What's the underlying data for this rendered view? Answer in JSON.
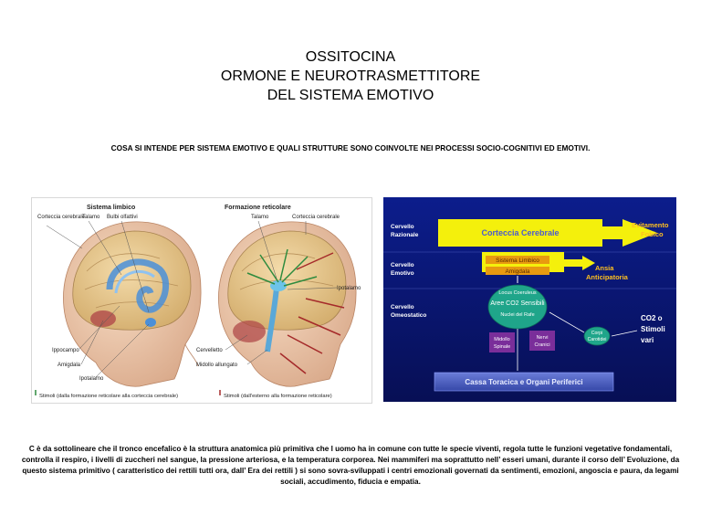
{
  "title": {
    "line1": "OSSITOCINA",
    "line2": "ORMONE E NEUROTRASMETTITORE",
    "line3": "DEL SISTEMA EMOTIVO"
  },
  "subtitle": "COSA SI INTENDE PER SISTEMA EMOTIVO E QUALI STRUTTURE SONO COINVOLTE NEI PROCESSI SOCIO-COGNITIVI ED EMOTIVI.",
  "left_figure": {
    "limbic_title": "Sistema limbico",
    "reticular_title": "Formazione reticolare",
    "labels": {
      "corteccia_cerebrale_1": "Corteccia cerebrale",
      "talamo_1": "Talamo",
      "bulbi_olfattivi": "Bulbi olfattivi",
      "ippocampo": "Ippocampo",
      "amigdala": "Amigdala",
      "ipotalamo_1": "Ipotalamo",
      "talamo_2": "Talamo",
      "corteccia_cerebrale_2": "Corteccia cerebrale",
      "ipotalamo_2": "Ipotalamo",
      "cervelletto": "Cervelletto",
      "midollo_allungato": "Midollo allungato"
    },
    "legend": {
      "green": "Stimoli (dalla formazione reticolare alla corteccia cerebrale)",
      "red": "Stimoli (dall'esterno alla formazione reticolare)"
    }
  },
  "right_figure": {
    "left_labels": {
      "razionale_1": "Cervello",
      "razionale_2": "Razionale",
      "emotivo_1": "Cervello",
      "emotivo_2": "Emotivo",
      "omeostatico_1": "Cervello",
      "omeostatico_2": "Omeostatico"
    },
    "corteccia": "Corteccia Cerebrale",
    "sistema_limbico": "Sistema Limbico",
    "amigdala": "Amigdala",
    "locus": "Locus Coeruleus",
    "aree_co2": "Aree CO2 Sensibili",
    "nuclei": "Nuclei del Rafe",
    "midollo_1": "Midollo",
    "midollo_2": "Spinale",
    "nervi_1": "Nervi",
    "nervi_2": "Cranici",
    "corpi_1": "Corpi",
    "corpi_2": "Carotidei",
    "cassa": "Cassa Toracica e Organi Periferici",
    "evitamento_1": "Evitamento",
    "evitamento_2": "Fobico",
    "ansia_1": "Ansia",
    "ansia_2": "Anticipatoria",
    "co2_1": "CO2 o",
    "co2_2": "Stimoli",
    "co2_3": "vari"
  },
  "caption": "C è da sottolineare che il tronco encefalico è la struttura anatomica più primitiva che l uomo ha in comune con tutte le specie viventi, regola tutte le funzioni vegetative fondamentali, controlla il respiro, i livelli di zuccheri nel sangue, la pressione arteriosa, e la temperatura corporea. Nei mammiferi ma soprattutto nell’ esseri umani, durante il corso dell’ Evoluzione, da questo sistema primitivo ( caratteristico dei rettili tutti ora, dall’ Era dei rettili ) si sono sovra-sviluppati i centri emozionali governati da sentimenti, emozioni, angoscia e paura, da legami sociali, accudimento, fiducia e empatia."
}
